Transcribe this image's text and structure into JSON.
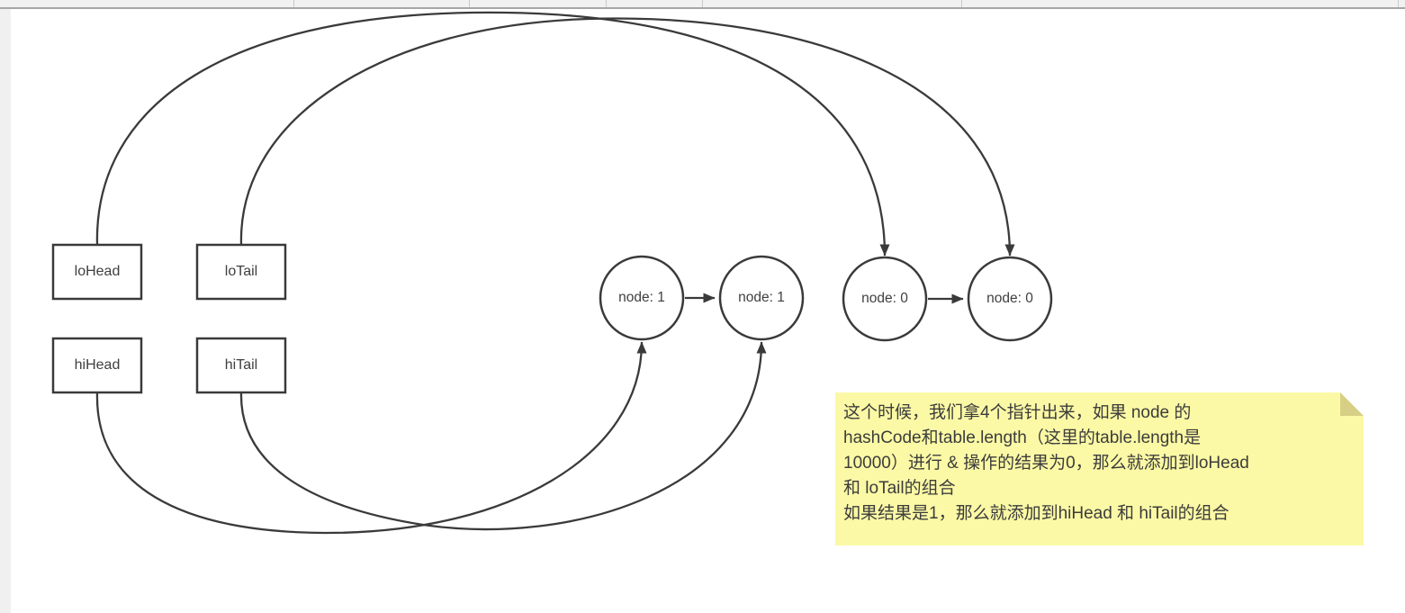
{
  "window": {
    "topbar_color": "#f1f1f1",
    "canvas_color": "#ffffff",
    "frame_color": "#f0f0f0"
  },
  "diagram": {
    "stroke_color": "#3a3a3a",
    "pointer_boxes": [
      {
        "id": "loHead",
        "label": "loHead"
      },
      {
        "id": "loTail",
        "label": "loTail"
      },
      {
        "id": "hiHead",
        "label": "hiHead"
      },
      {
        "id": "hiTail",
        "label": "hiTail"
      }
    ],
    "nodes": [
      {
        "id": "node1a",
        "label": "node: 1"
      },
      {
        "id": "node1b",
        "label": "node: 1"
      },
      {
        "id": "node0a",
        "label": "node: 0"
      },
      {
        "id": "node0b",
        "label": "node: 0"
      }
    ],
    "edges": [
      {
        "from": "loHead",
        "to": "node0a"
      },
      {
        "from": "loTail",
        "to": "node0b"
      },
      {
        "from": "hiHead",
        "to": "node1a"
      },
      {
        "from": "hiTail",
        "to": "node1b"
      },
      {
        "from": "node1a",
        "to": "node1b"
      },
      {
        "from": "node0a",
        "to": "node0b"
      }
    ],
    "note": {
      "background": "#fbf9a5",
      "fold_color": "#d6cf85",
      "text_color": "#3c3c3c",
      "lines": [
        "这个时候，我们拿4个指针出来，如果 node 的",
        "hashCode和table.length（这里的table.length是",
        "10000）进行 & 操作的结果为0，那么就添加到loHead",
        "和 loTail的组合",
        "如果结果是1，那么就添加到hiHead 和 hiTail的组合"
      ]
    }
  }
}
